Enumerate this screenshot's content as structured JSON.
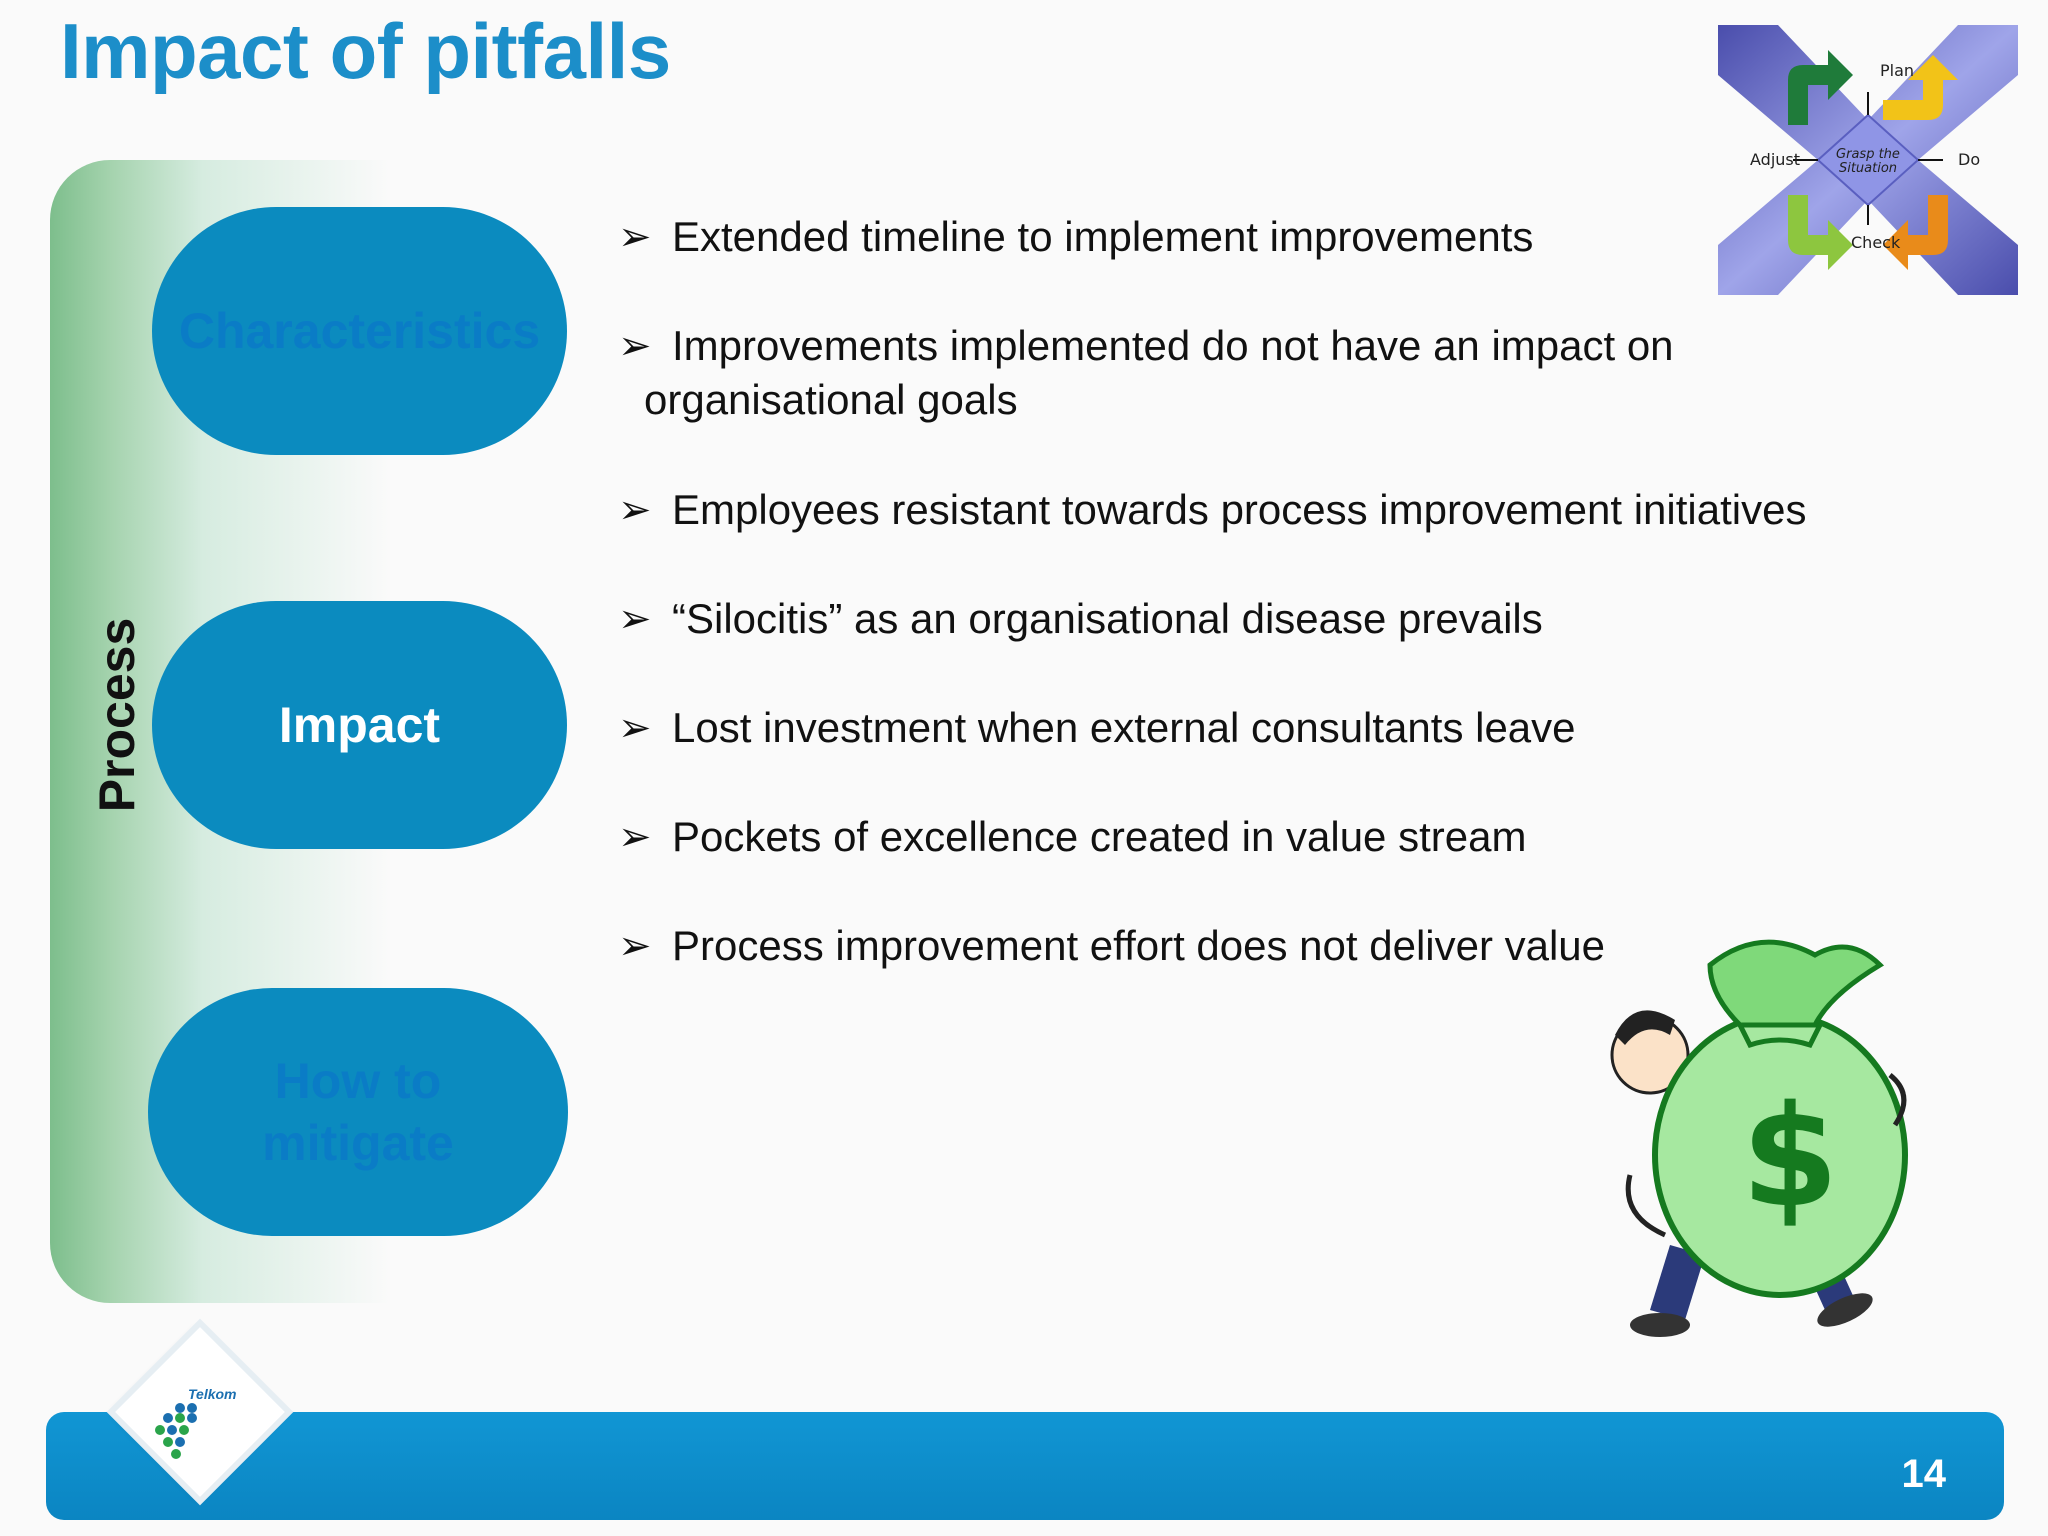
{
  "title": "Impact of pitfalls",
  "sidebar": {
    "label": "Process",
    "pills": [
      {
        "label": "Characteristics",
        "state": "faded"
      },
      {
        "label": "Impact",
        "state": "active"
      },
      {
        "label": "How to mitigate",
        "state": "faded"
      }
    ]
  },
  "bullets": [
    {
      "text": "Extended timeline to implement improvements"
    },
    {
      "text": "Improvements implemented do not have an impact on",
      "continuation": "organisational goals"
    },
    {
      "text": "Employees resistant towards process improvement initiatives"
    },
    {
      "text": "“Silocitis” as an organisational disease prevails"
    },
    {
      "text": "Lost investment when external consultants leave"
    },
    {
      "text": "Pockets of excellence created in value stream"
    },
    {
      "text": "Process improvement effort does not deliver value"
    }
  ],
  "pdca": {
    "plan": "Plan",
    "do": "Do",
    "check": "Check",
    "adjust": "Adjust",
    "center_line1": "Grasp the",
    "center_line2": "Situation"
  },
  "footer": {
    "page_number": "14",
    "logo_text": "Telkom"
  },
  "colors": {
    "title": "#1c8ec9",
    "pill": "#0b8bbf",
    "footer": "#0b8bc6",
    "panel_green": "#7dbe8c"
  },
  "icons": [
    "arrow-bullet-icon",
    "pdca-cycle-graphic",
    "money-bag-man-graphic",
    "telkom-logo"
  ]
}
